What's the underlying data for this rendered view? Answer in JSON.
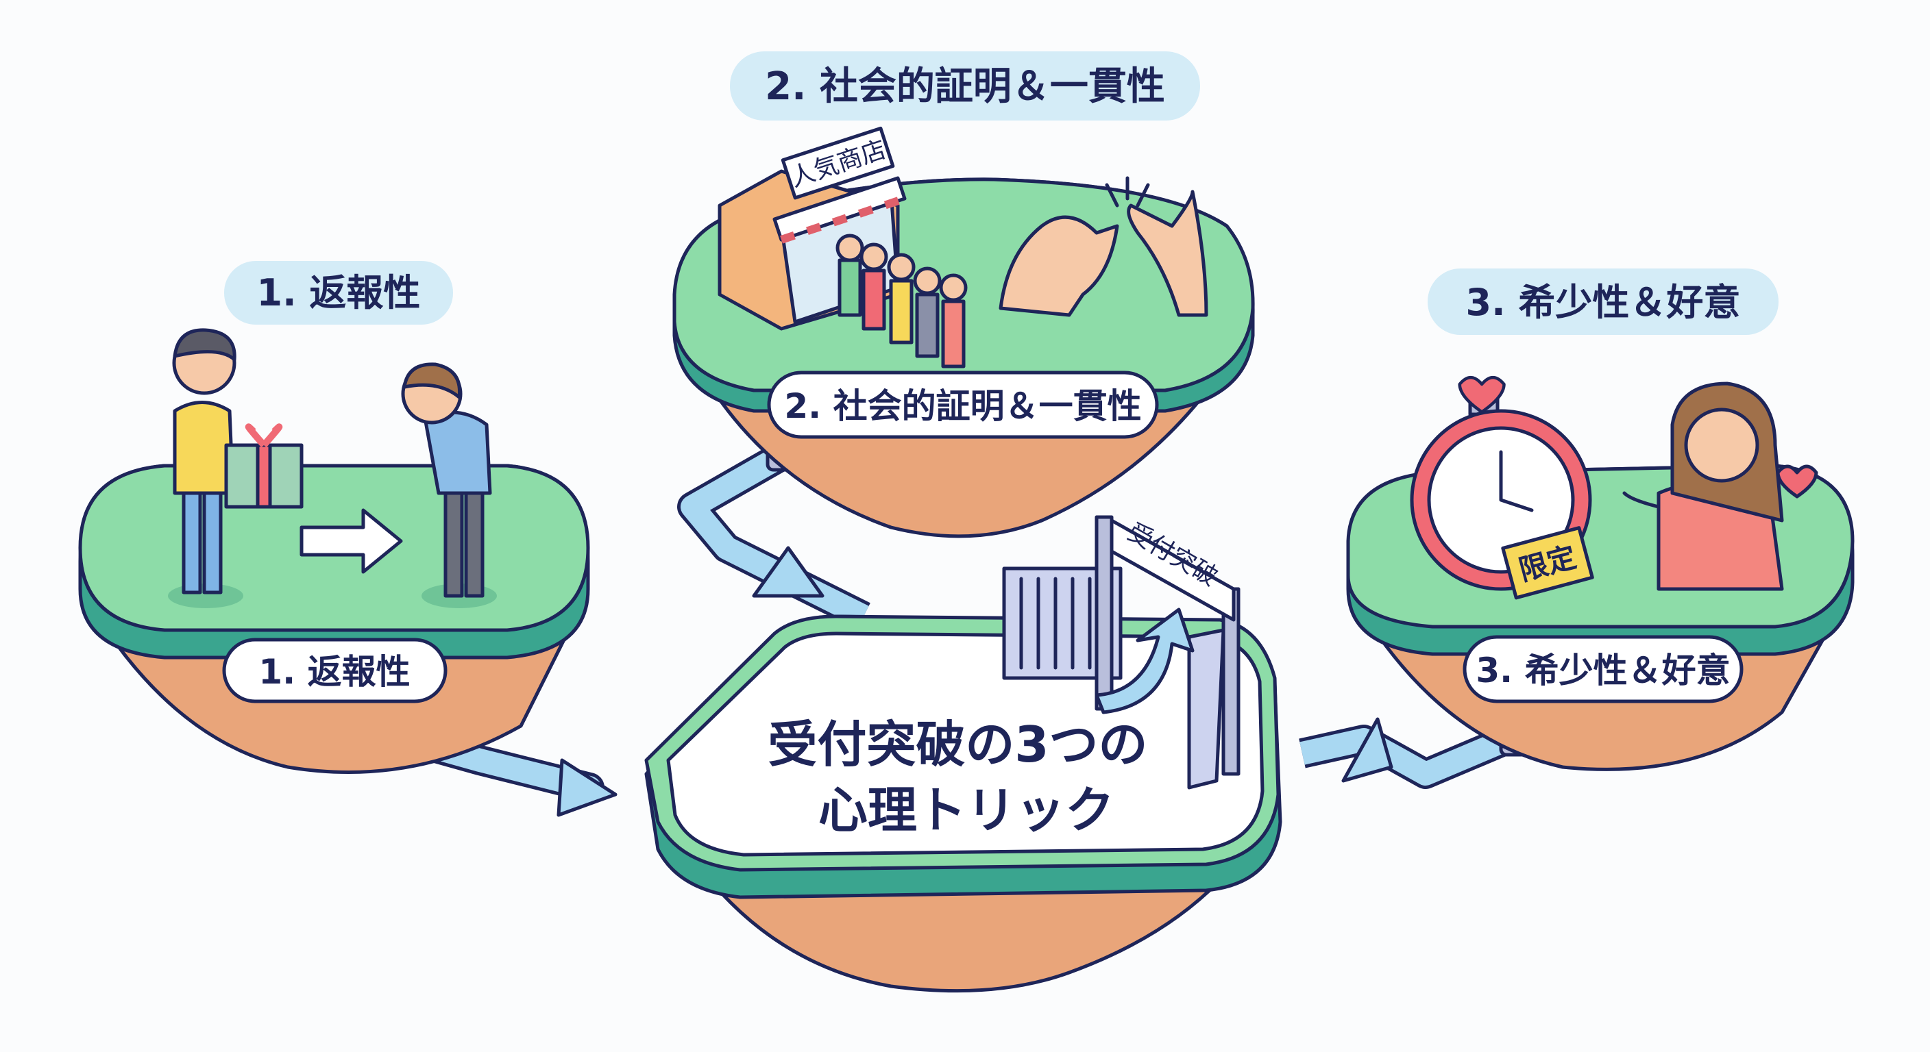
{
  "title": "受付突破の3つの心理トリック",
  "title_lines": [
    "受付突破の3つの",
    "心理トリック"
  ],
  "sections": [
    {
      "header": "1. 返報性",
      "label": "1. 返報性"
    },
    {
      "header": "2. 社会的証明＆一貫性",
      "label": "2. 社会的証明＆一貫性",
      "shop_sign": "人気商店"
    },
    {
      "header": "3. 希少性＆好意",
      "label": "3. 希少性＆好意",
      "badge": "限定"
    }
  ],
  "gate_sign": "受付突破",
  "colors": {
    "grass": "#8ddca8",
    "grass_edge": "#3aa58f",
    "rock": "#e9a57a",
    "pill_bg": "#d4ecf7",
    "outline": "#1e2559",
    "pipe": "#a9d8f2"
  }
}
